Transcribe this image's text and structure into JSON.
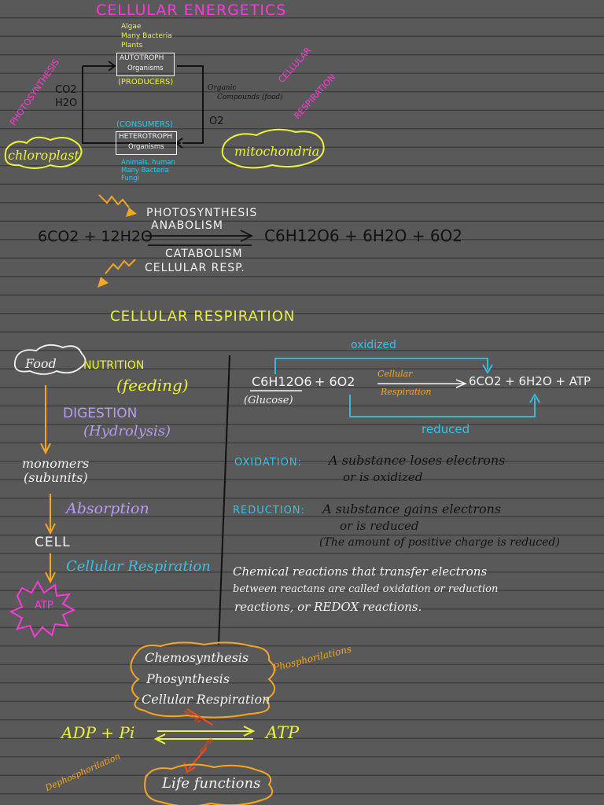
{
  "title": "CELLULAR ENERGETICS",
  "autotroph": {
    "examples": [
      "Algae",
      "Many Bacteria",
      "Plants"
    ],
    "name": "AUTOTROPH",
    "sub": "Organisms",
    "role": "(PRODUCERS)"
  },
  "heterotroph": {
    "role": "(CONSUMERS)",
    "name": "HETEROTROPH",
    "sub": "Organisms",
    "examples": [
      "Animals, human",
      "Many Bacteria",
      "Fungi"
    ]
  },
  "cycle": {
    "photosynthesis": "PHOTOSYNTHESIS",
    "cellular_respiration_1": "CELLULAR",
    "cellular_respiration_2": "RESPIRATION",
    "co2": "CO2",
    "h2o": "H2O",
    "organic_1": "Organic",
    "organic_2": "Compounds (food)",
    "o2": "O2",
    "chloroplast": "chloroplast",
    "mitochondria": "mitochondria"
  },
  "equation": {
    "photosynthesis": "PHOTOSYNTHESIS",
    "anabolism": "ANABOLISM",
    "left": "6CO2 + 12H2O",
    "right": "C6H12O6 + 6H2O + 6O2",
    "catabolism": "CATABOLISM",
    "cellular_resp": "CELLULAR RESP."
  },
  "section_title": "CELLULAR RESPIRATION",
  "flow": {
    "food": "Food",
    "nutrition": "NUTRITION",
    "feeding": "(feeding)",
    "digestion": "DIGESTION",
    "hydrolysis": "(Hydrolysis)",
    "monomers": "monomers",
    "subunits": "(subunits)",
    "absorption": "Absorption",
    "cell": "CELL",
    "cellular_respiration": "Cellular Respiration",
    "atp": "ATP"
  },
  "respiration": {
    "oxidized": "oxidized",
    "glucose_formula": "C6H12O6",
    "glucose_label": "(Glucose)",
    "plus_o2": "+ 6O2",
    "arrow_label_1": "Cellular",
    "arrow_label_2": "Respiration",
    "products": "6CO2 + 6H2O + ATP",
    "reduced": "reduced"
  },
  "definitions": {
    "oxidation_term": "OXIDATION:",
    "oxidation_line1": "A substance loses electrons",
    "oxidation_line2": "or is oxidized",
    "reduction_term": "REDUCTION:",
    "reduction_line1": "A substance gains electrons",
    "reduction_line2": "or is reduced",
    "reduction_note": "(The amount of positive charge is reduced)",
    "redox_line1": "Chemical reactions that transfer electrons",
    "redox_line2": "between reactans are called oxidation or reduction",
    "redox_line3": "reactions, or REDOX reactions."
  },
  "atp_cycle": {
    "processes": [
      "Chemosynthesis",
      "Phosynthesis",
      "Cellular Respiration"
    ],
    "phosphorilation": "Phosphorilations",
    "adp": "ADP + Pi",
    "atp": "ATP",
    "energy_up": "energy",
    "energy_down": "energy",
    "dephosphorilation": "Dephosphorilation",
    "life_functions": "Life functions"
  },
  "colors": {
    "background": "#595959",
    "magenta": "#ff3bd6",
    "yellow": "#ecf23a",
    "cyan": "#34c3e6",
    "orange": "#f5a623",
    "lavender": "#b79bf5"
  }
}
